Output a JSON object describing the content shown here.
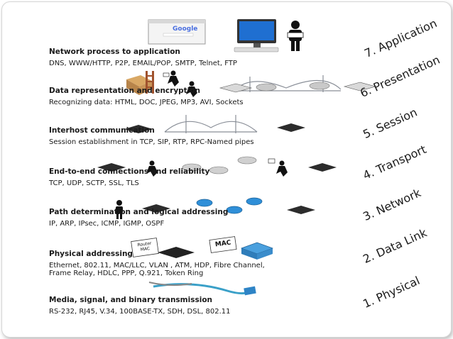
{
  "layers": [
    {
      "number_label": "7. Application",
      "title": "Network process to application",
      "protocols": "DNS, WWW/HTTP, P2P, EMAIL/POP, SMTP, Telnet, FTP",
      "top_color": "#e8c4ef",
      "band_color": "#b67cc6",
      "side_color": "#c48fd3"
    },
    {
      "number_label": "6. Presentation",
      "title": "Data representation and encryption",
      "protocols": "Recognizing data: HTML, DOC, JPEG, MP3, AVI, Sockets",
      "top_color": "#f6b7d9",
      "band_color": "#e06aa6",
      "side_color": "#ea86bb"
    },
    {
      "number_label": "5. Session",
      "title": "Interhost communication",
      "protocols": "Session establishment in TCP, SIP, RTP, RPC-Named pipes",
      "top_color": "#c9c4f3",
      "band_color": "#8a80d8",
      "side_color": "#a198e2"
    },
    {
      "number_label": "4. Transport",
      "title": "End-to-end connections and reliability",
      "protocols": "TCP, UDP, SCTP, SSL, TLS",
      "top_color": "#b9dcf7",
      "band_color": "#5fa8e2",
      "side_color": "#7cb9ea"
    },
    {
      "number_label": "3. Network",
      "title": "Path determination and logical addressing",
      "protocols": "IP, ARP, IPsec, ICMP, IGMP, OSPF",
      "top_color": "#e9f3b8",
      "band_color": "#c5da6a",
      "side_color": "#d3e388"
    },
    {
      "number_label": "2. Data Link",
      "title": "Physical addressing",
      "protocols_lines": [
        "Ethernet, 802.11, MAC/LLC, VLAN , ATM, HDP, Fibre Channel,",
        "Frame Relay, HDLC,  PPP, Q.921, Token Ring"
      ],
      "top_color": "#f9dcb9",
      "band_color": "#eeb27a",
      "side_color": "#f2c294"
    },
    {
      "number_label": "1. Physical",
      "title": "Media, signal, and binary transmission",
      "protocols": "RS-232, RJ45, V.34, 100BASE-TX, SDH, DSL, 802.11",
      "top_color": "#f7c2c4",
      "band_color": "#e67c82",
      "side_color": "#ee9aa0"
    }
  ],
  "icons": {
    "browser_logo": "Google",
    "router_mac_label": "Router MAC",
    "mac_label": "MAC"
  }
}
